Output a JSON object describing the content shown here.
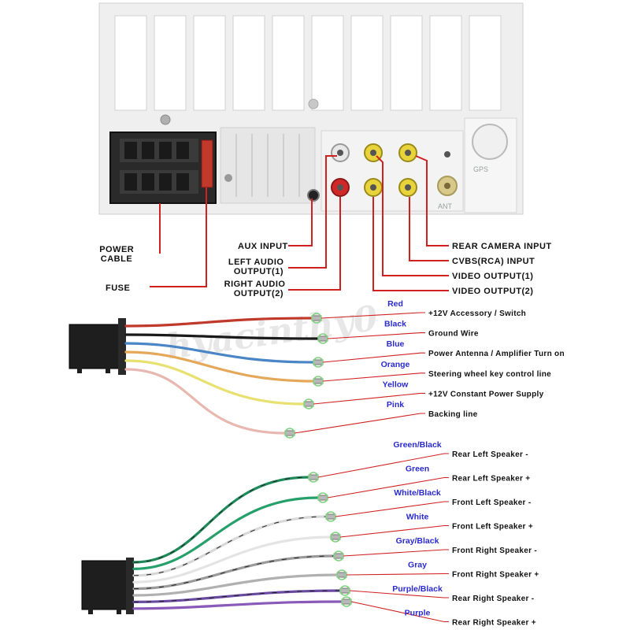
{
  "watermark": "hyacinthy0",
  "unit": {
    "gps_label": "GPS",
    "ant_label": "ANT"
  },
  "unit_labels": [
    {
      "id": "power-cable",
      "lines": [
        "POWER",
        "CABLE"
      ]
    },
    {
      "id": "fuse",
      "lines": [
        "FUSE"
      ]
    },
    {
      "id": "aux-input",
      "lines": [
        "AUX INPUT"
      ]
    },
    {
      "id": "left-audio-output",
      "lines": [
        "LEFT AUDIO",
        "OUTPUT(1)"
      ]
    },
    {
      "id": "right-audio-output",
      "lines": [
        "RIGHT AUDIO",
        "OUTPUT(2)"
      ]
    },
    {
      "id": "rear-camera-input",
      "lines": [
        "REAR CAMERA INPUT"
      ]
    },
    {
      "id": "cvbs-input",
      "lines": [
        "CVBS(RCA) INPUT"
      ]
    },
    {
      "id": "video-output-1",
      "lines": [
        "VIDEO OUTPUT(1)"
      ]
    },
    {
      "id": "video-output-2",
      "lines": [
        "VIDEO OUTPUT(2)"
      ]
    }
  ],
  "power_wires": [
    {
      "color_name": "Red",
      "function": "+12V Accessory / Switch",
      "hex": "#c0392b"
    },
    {
      "color_name": "Black",
      "function": "Ground Wire",
      "hex": "#1a1a1a"
    },
    {
      "color_name": "Blue",
      "function": "Power Antenna / Amplifier Turn on",
      "hex": "#4a86c5"
    },
    {
      "color_name": "Orange",
      "function": "Steering wheel key control line",
      "hex": "#e5a85a"
    },
    {
      "color_name": "Yellow",
      "function": "+12V Constant Power Supply",
      "hex": "#e8e070"
    },
    {
      "color_name": "Pink",
      "function": "Backing line",
      "hex": "#e8b8b0"
    }
  ],
  "speaker_wires": [
    {
      "color_name": "Green/Black",
      "function": "Rear Left Speaker -",
      "hex": "#1e8a5a"
    },
    {
      "color_name": "Green",
      "function": "Rear Left Speaker +",
      "hex": "#26a06a"
    },
    {
      "color_name": "White/Black",
      "function": "Front Left Speaker -",
      "hex": "#d8d8d8"
    },
    {
      "color_name": "White",
      "function": "Front Left Speaker +",
      "hex": "#e4e4e4"
    },
    {
      "color_name": "Gray/Black",
      "function": "Front Right Speaker -",
      "hex": "#9a9a9a"
    },
    {
      "color_name": "Gray",
      "function": "Front Right Speaker +",
      "hex": "#b0b0b0"
    },
    {
      "color_name": "Purple/Black",
      "function": "Rear Right Speaker -",
      "hex": "#6a4aa0"
    },
    {
      "color_name": "Purple",
      "function": "Rear Right Speaker +",
      "hex": "#8a5ab8"
    }
  ],
  "colors": {
    "leader_line": "#d02020",
    "label_text": "#111111",
    "wire_label_text": "#2a2ad0",
    "panel": "#ececec",
    "terminal_ring": "#7ed27e"
  }
}
